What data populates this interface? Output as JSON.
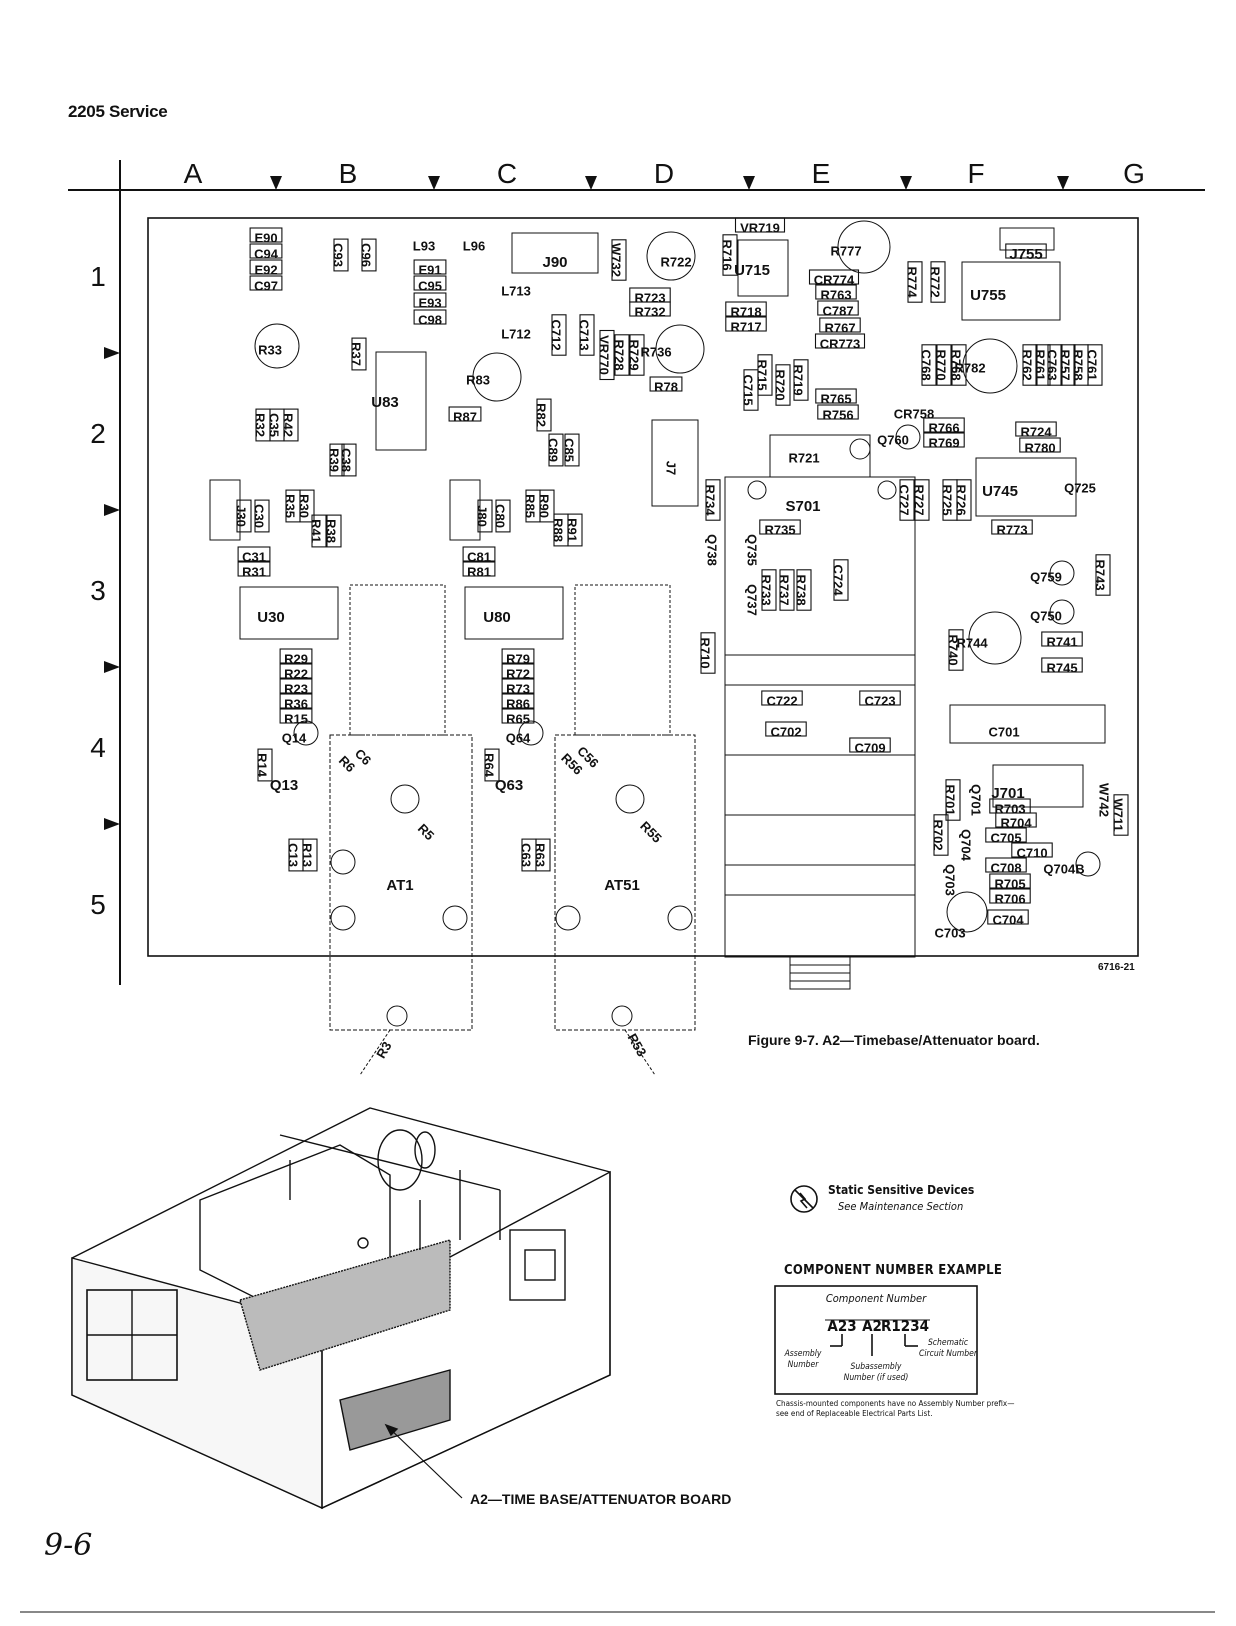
{
  "header": {
    "title": "2205 Service"
  },
  "grid": {
    "columns": [
      "A",
      "B",
      "C",
      "D",
      "E",
      "F",
      "G"
    ],
    "rows": [
      "1",
      "2",
      "3",
      "4",
      "5"
    ]
  },
  "board": {
    "drawing_number": "6716-21",
    "caption": "Figure 9-7. A2—Timebase/Attenuator board.",
    "components": [
      "E90",
      "C94",
      "E92",
      "C97",
      "C93",
      "C96",
      "L93",
      "L96",
      "J90",
      "W732",
      "R722",
      "R716",
      "VR719",
      "U715",
      "R777",
      "J755",
      "E91",
      "C95",
      "E93",
      "C98",
      "L713",
      "L712",
      "C712",
      "C713",
      "R732",
      "R723",
      "CR774",
      "R763",
      "C787",
      "U755",
      "R33",
      "R37",
      "U83",
      "R83",
      "VR770",
      "R728",
      "R729",
      "R736",
      "R718",
      "R717",
      "R767",
      "CR773",
      "R78",
      "R87",
      "R82",
      "C89",
      "C85",
      "C715",
      "R715",
      "R720",
      "R719",
      "R765",
      "R756",
      "CR758",
      "R766",
      "R769",
      "R724",
      "R780",
      "R782",
      "C768",
      "R770",
      "R768",
      "R762",
      "R761",
      "C763",
      "R757",
      "R758",
      "C761",
      "R774",
      "R772",
      "Q760",
      "R32",
      "C35",
      "R42",
      "R39",
      "C38",
      "J7",
      "R721",
      "S701",
      "C727",
      "R727",
      "R725",
      "R726",
      "U745",
      "Q725",
      "J30",
      "C30",
      "R35",
      "R30",
      "R41",
      "R38",
      "J80",
      "C80",
      "R85",
      "R90",
      "R88",
      "R91",
      "R734",
      "Q738",
      "Q735",
      "R735",
      "R773",
      "C31",
      "R31",
      "C81",
      "R81",
      "Q737",
      "R733",
      "R737",
      "R738",
      "C724",
      "Q759",
      "R743",
      "Q750",
      "U30",
      "U80",
      "R744",
      "R741",
      "R740",
      "R710",
      "R745",
      "R29",
      "R22",
      "R23",
      "R36",
      "R15",
      "R79",
      "R72",
      "R73",
      "R86",
      "R65",
      "C722",
      "C723",
      "Q14",
      "Q64",
      "C702",
      "C701",
      "C709",
      "C6",
      "R6",
      "C56",
      "R56",
      "R14",
      "Q13",
      "R64",
      "Q63",
      "J701",
      "R701",
      "Q701",
      "W742",
      "R703",
      "R704",
      "W711",
      "R702",
      "C705",
      "Q704",
      "C710",
      "C708",
      "Q704B",
      "R5",
      "R55",
      "C13",
      "R13",
      "C63",
      "R63",
      "R705",
      "R706",
      "AT1",
      "AT51",
      "C704",
      "C703",
      "R3",
      "R53",
      "Q703"
    ]
  },
  "chassis": {
    "callout": "A2—TIME BASE/ATTENUATOR BOARD"
  },
  "static_notice": {
    "title": "Static Sensitive Devices",
    "subtitle": "See Maintenance Section"
  },
  "component_example": {
    "title": "COMPONENT NUMBER EXAMPLE",
    "box_title": "Component Number",
    "parts": [
      "A23",
      "A2",
      "R1234"
    ],
    "assembly_label": "Assembly Number",
    "subassembly_label": "Subassembly Number (if used)",
    "schematic_label": "Schematic Circuit Number",
    "note": "Chassis-mounted components have no Assembly Number prefix—see end of Replaceable Electrical Parts List."
  },
  "page_number": "9-6"
}
